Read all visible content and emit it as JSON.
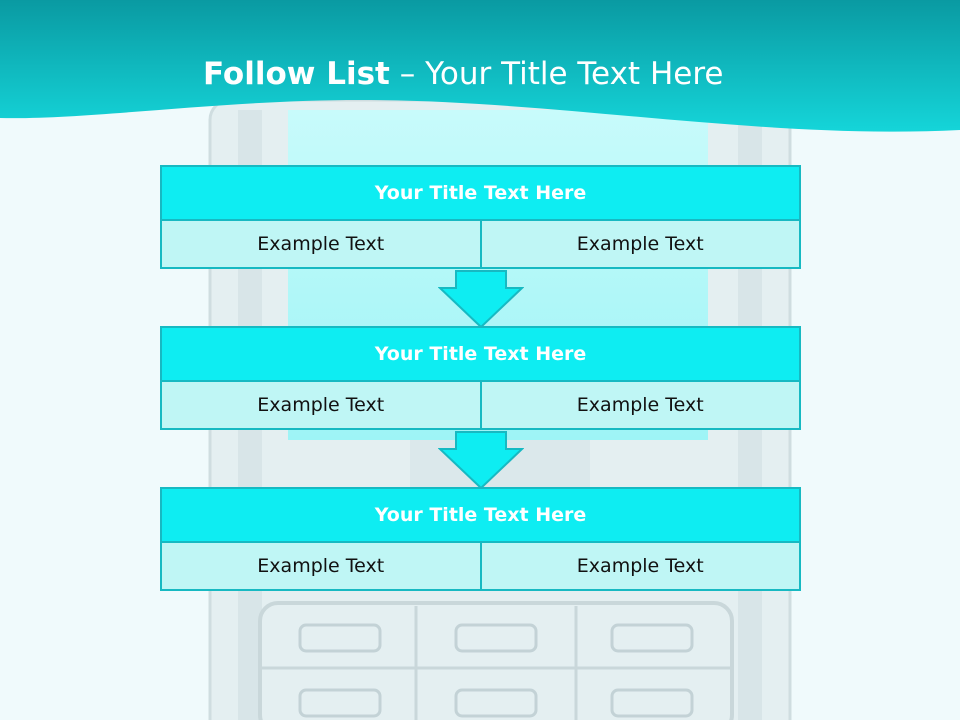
{
  "slide": {
    "title_bold": "Follow List",
    "title_rest": " – Your Title Text Here"
  },
  "blocks": [
    {
      "title": "Your Title Text Here",
      "left": "Example Text",
      "right": "Example Text"
    },
    {
      "title": "Your Title Text Here",
      "left": "Example Text",
      "right": "Example Text"
    },
    {
      "title": "Your Title Text Here",
      "left": "Example Text",
      "right": "Example Text"
    }
  ],
  "colors": {
    "header": "#0eedf2",
    "cell": "#bff6f5",
    "border": "#17b9c2",
    "banner": "#12c4c9"
  }
}
